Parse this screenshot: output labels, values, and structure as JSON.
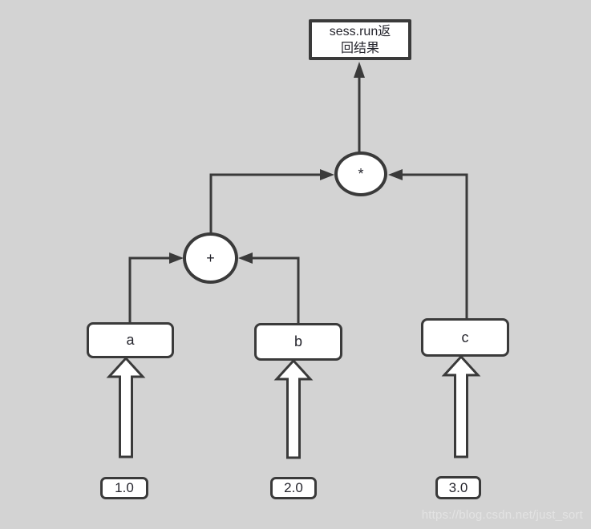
{
  "diagram": {
    "title_box": {
      "line1": "sess.run返",
      "line2": "回结果",
      "full_text": "sess.run返回结果"
    },
    "nodes": {
      "mul": {
        "label": "*"
      },
      "add": {
        "label": "+"
      },
      "a": {
        "label": "a"
      },
      "b": {
        "label": "b"
      },
      "c": {
        "label": "c"
      }
    },
    "values": {
      "v1": "1.0",
      "v2": "2.0",
      "v3": "3.0"
    }
  },
  "watermark": "https://blog.csdn.net/just_sort",
  "colors": {
    "background": "#d3d3d3",
    "node_fill": "#ffffff",
    "stroke": "#3a3a3a",
    "text": "#26262e",
    "watermark": "#e6e6e6"
  }
}
